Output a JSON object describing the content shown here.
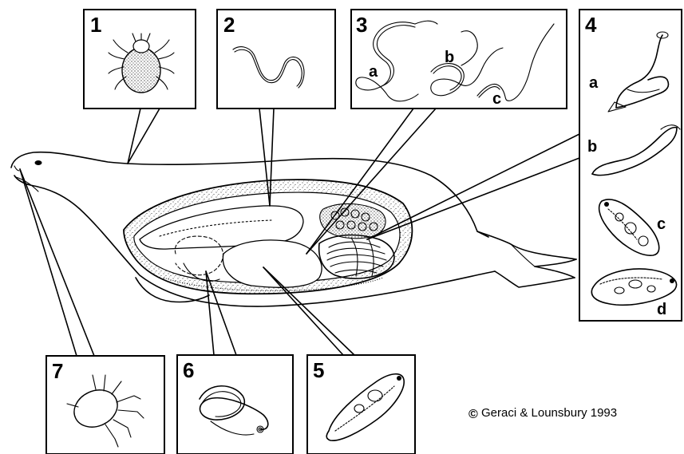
{
  "panels": [
    {
      "number": "1",
      "sublabels": []
    },
    {
      "number": "2",
      "sublabels": []
    },
    {
      "number": "3",
      "sublabels": [
        "a",
        "b",
        "c"
      ]
    },
    {
      "number": "4",
      "sublabels": [
        "a",
        "b",
        "c",
        "d"
      ]
    },
    {
      "number": "5",
      "sublabels": []
    },
    {
      "number": "6",
      "sublabels": []
    },
    {
      "number": "7",
      "sublabels": []
    }
  ],
  "credit": {
    "symbol": "©",
    "text": "Geraci & Lounsbury 1993"
  }
}
